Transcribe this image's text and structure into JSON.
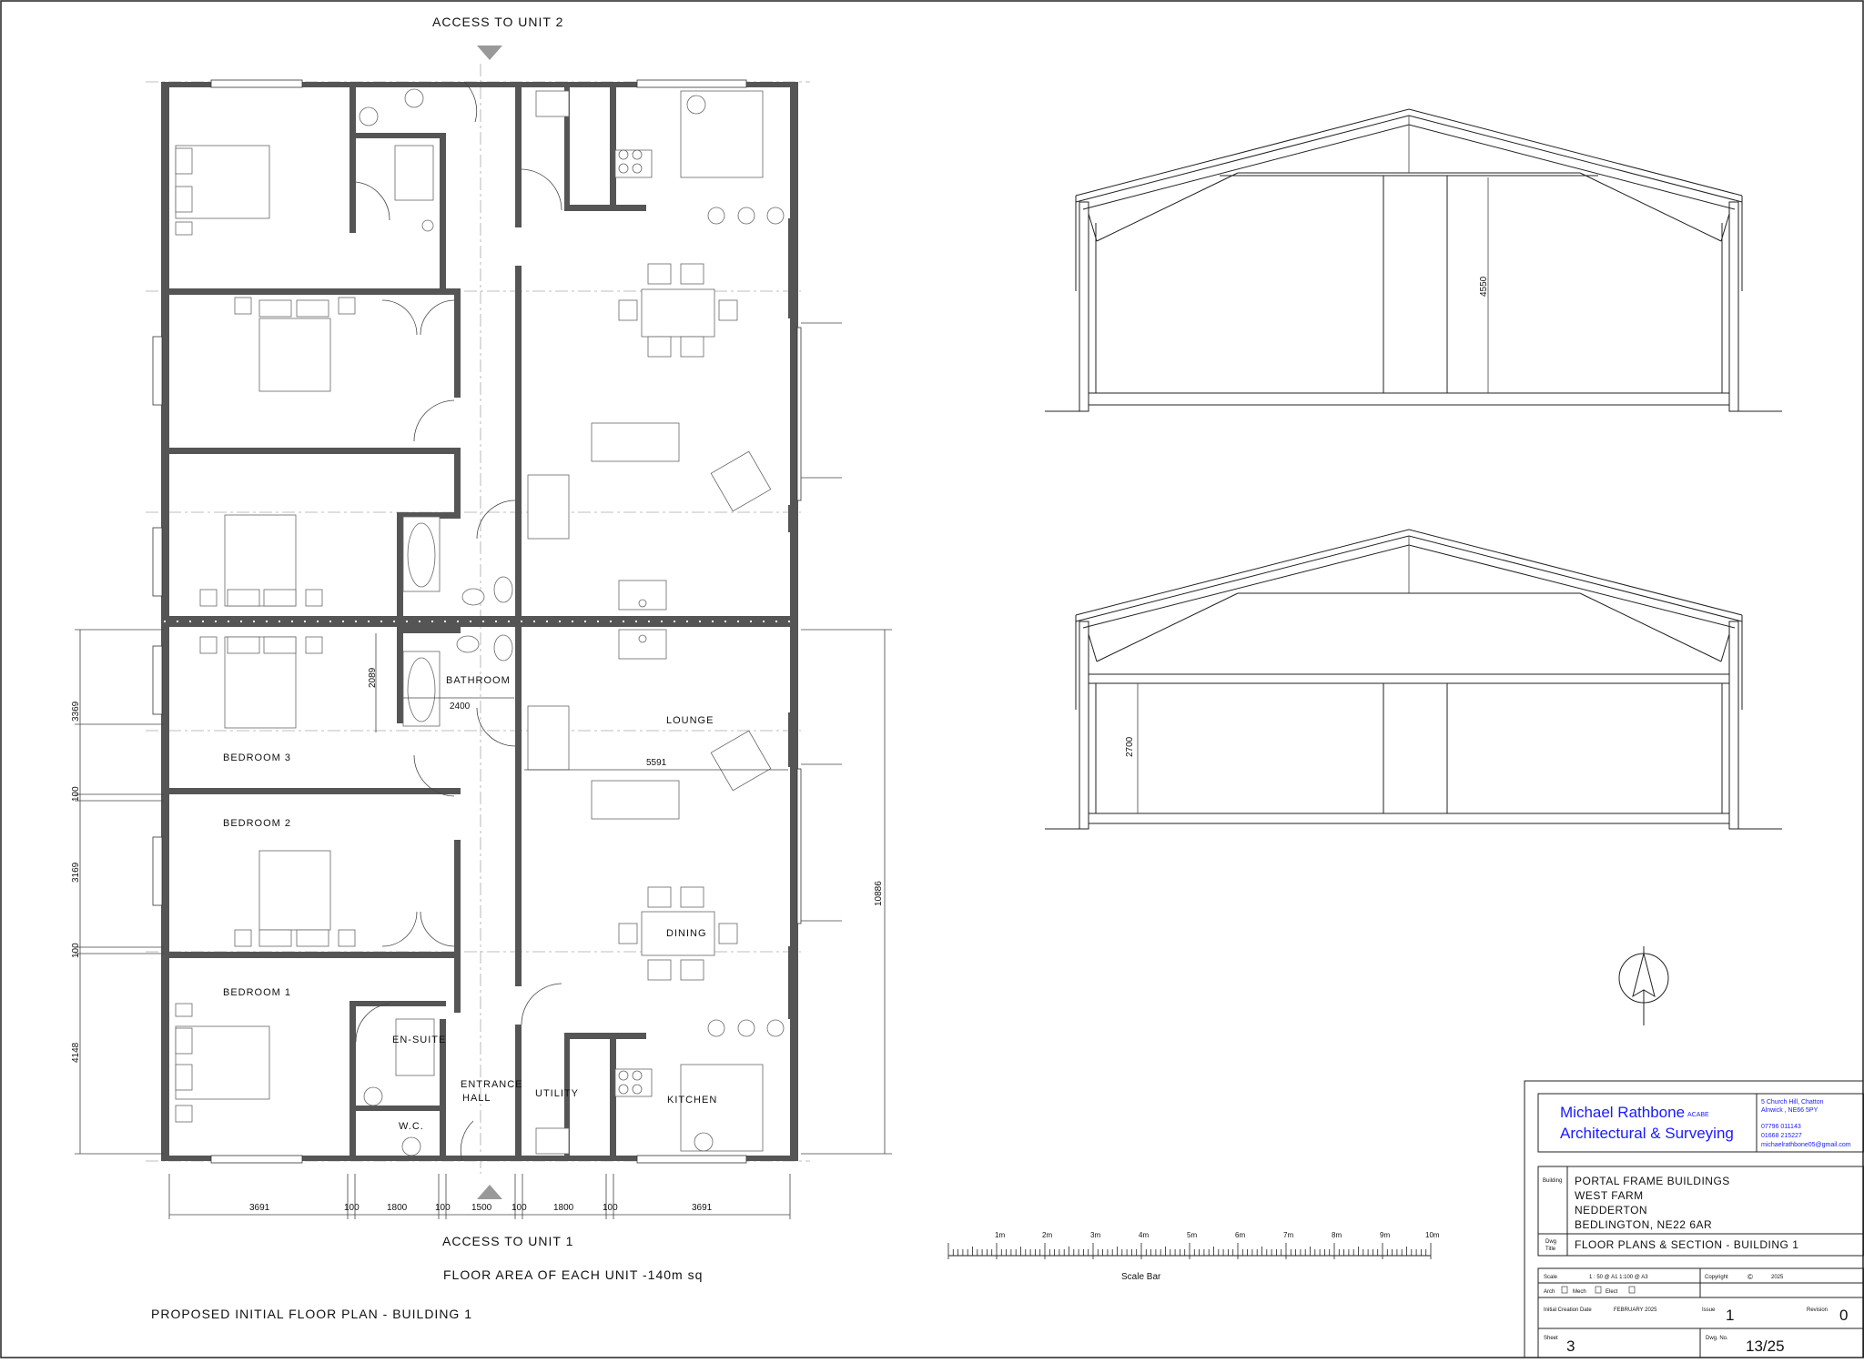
{
  "plan": {
    "access_unit_2": "ACCESS   TO  UNIT  2",
    "access_unit_1": "ACCESS   TO  UNIT  1",
    "floor_area": "FLOOR   AREA   OF  EACH   UNIT   -140m   sq",
    "plan_title": "PROPOSED     INITIAL  FLOOR   PLAN  - BUILDING    1",
    "rooms": {
      "bathroom": "BATHROOM",
      "lounge": "LOUNGE",
      "bedroom_3": "BEDROOM   3",
      "bedroom_2": "BEDROOM   2",
      "bedroom_1": "BEDROOM   1",
      "dining": "DINING",
      "en_suite": "EN-SUITE",
      "entrance_line1": "ENTRANCE",
      "entrance_line2": "HALL",
      "utility": "UTILITY",
      "kitchen": "KITCHEN",
      "wc": "W.C."
    },
    "dims": {
      "bath_h": "2089",
      "bath_w": "2400",
      "lounge_w": "5591",
      "overall_h": "10886",
      "left": [
        "3369",
        "100",
        "3169",
        "100",
        "4148"
      ],
      "bottom": [
        "3691",
        "100",
        "1800",
        "100",
        "1500",
        "100",
        "1800",
        "100",
        "3691"
      ]
    }
  },
  "sections": {
    "upper_height": "4550",
    "lower_height": "2700"
  },
  "scale_bar": {
    "label": "Scale  Bar",
    "ticks": [
      "1m",
      "2m",
      "3m",
      "4m",
      "5m",
      "6m",
      "7m",
      "8m",
      "9m",
      "10m"
    ]
  },
  "title_block": {
    "company_line1": "Michael    Rathbone",
    "company_suffix": "ACABE",
    "company_line2": "Architectural     & Surveying",
    "address_line1": "5 Church Hill, Chatton",
    "address_line2": "Alnwick , NE66 5PY",
    "phone1": "07796 011143",
    "phone2": "01668 215227",
    "email": "michaelrathbone05@gmail.com",
    "building_label": "Building",
    "building_lines": [
      "PORTAL   FRAME   BUILDINGS",
      "WEST   FARM",
      "NEDDERTON",
      "BEDLINGTON,     NE22   6AR"
    ],
    "drawing_title_label1": "Dwg",
    "drawing_title_label2": "Title",
    "drawing_title": "FLOOR   PLANS   & SECTION    - BUILDING    1",
    "scale_label": "Scale",
    "scale_value": "1 : 50 @ A1   1:100 @ A3",
    "copyright_label": "Copyright",
    "copyright_symbol": "©",
    "copyright_year": "2025",
    "arch_label": "Arch",
    "mech_label": "Mech",
    "elect_label": "Elect",
    "initial_date_label": "Initial Creation Date",
    "initial_date": "FEBRUARY 2025",
    "issue_label": "Issue",
    "issue_value": "1",
    "revision_label": "Revision",
    "revision_value": "0",
    "sheet_label": "Sheet",
    "sheet_value": "3",
    "dwg_no_label": "Dwg. No.",
    "dwg_no_value": "13/25"
  }
}
